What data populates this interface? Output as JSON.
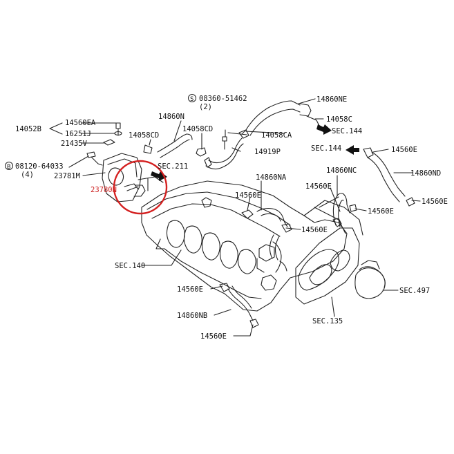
{
  "parts": {
    "p14052B": "14052B",
    "p14560EA": "14560EA",
    "p16251J": "16251J",
    "p21435V": "21435V",
    "p08120_64033": "08120-64033",
    "p08120_qty": "(4)",
    "bolt_symbol": "B",
    "p23781M": "23781M",
    "p23780N": "23780N",
    "p14058CD_a": "14058CD",
    "p14860N": "14860N",
    "p14058CD_b": "14058CD",
    "p08360_51462": "08360-51462",
    "p08360_qty": "(2)",
    "screw_symbol": "S",
    "p14860NE": "14860NE",
    "p14058C": "14058C",
    "p14058CA": "14058CA",
    "p14919P": "14919P",
    "p14560E_top": "14560E",
    "p14860ND": "14860ND",
    "p14860NC": "14860NC",
    "p14560E_nc": "14560E",
    "p14560E_right": "14560E",
    "p14560E_far": "14560E",
    "p14860NA": "14860NA",
    "p14560E_na": "14560E",
    "p14560E_mid": "14560E",
    "p14560E_low": "14560E",
    "p14860NB": "14860NB",
    "p14560E_bottom": "14560E"
  },
  "sections": {
    "sec211": "SEC.211",
    "sec144_a": "SEC.144",
    "sec144_b": "SEC.144",
    "sec140": "SEC.140",
    "sec135": "SEC.135",
    "sec497": "SEC.497"
  },
  "colors": {
    "line": "#222222",
    "highlight_circle": "#d42020",
    "highlight_text": "#cc1f1f",
    "background": "#ffffff"
  }
}
